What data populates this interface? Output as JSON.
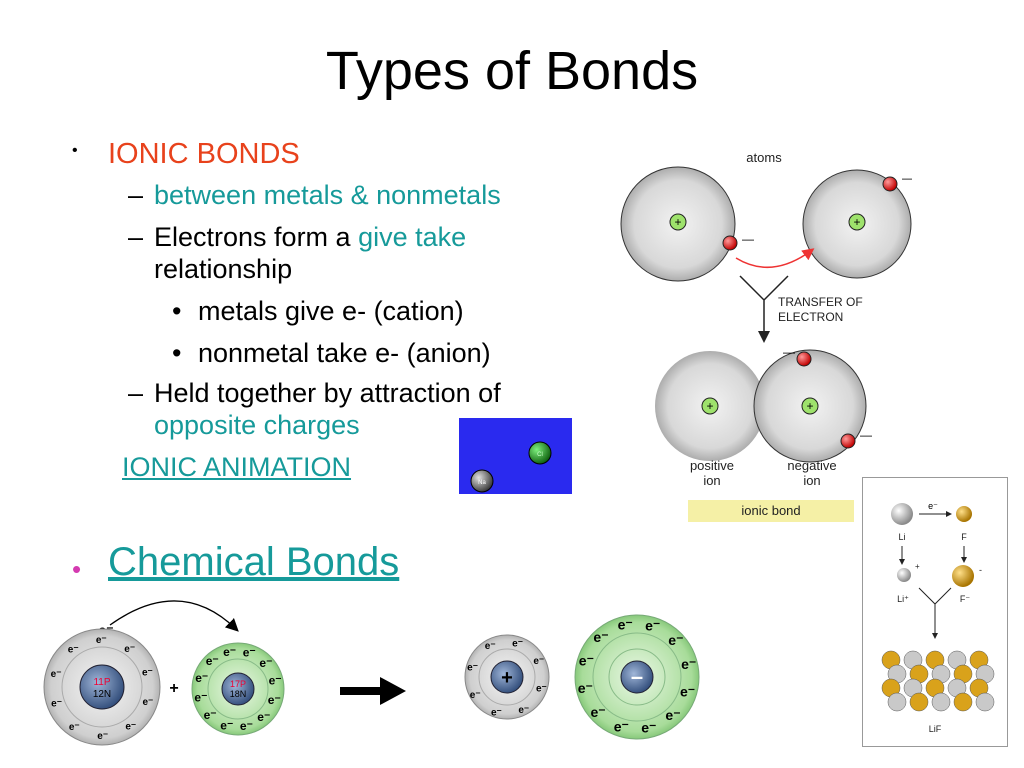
{
  "slide": {
    "title": "Types of Bonds",
    "bullets": {
      "ionic_heading": "IONIC BONDS",
      "sub1": "between metals & nonmetals",
      "sub2_prefix": "Electrons form a ",
      "sub2_highlight": "give take",
      "sub2_rest": "relationship",
      "sub2_items": [
        "metals give e- (cation)",
        "nonmetal take e- (anion)"
      ],
      "sub3_prefix": "Held together by attraction of",
      "sub3_highlight": "opposite charges",
      "animation_link": "IONIC ANIMATION",
      "chemical_bonds_link": "Chemical Bonds"
    }
  },
  "animation_thumb": {
    "na_label": "Na",
    "cl_label": "Cl",
    "background": "#2a2aef"
  },
  "ionic_diagram": {
    "atoms_label": "atoms",
    "transfer_label_1": "TRANSFER OF",
    "transfer_label_2": "ELECTRON",
    "positive_label_1": "positive",
    "positive_label_2": "ion",
    "negative_label_1": "negative",
    "negative_label_2": "ion",
    "ionic_bond_label": "ionic bond",
    "plus": "+",
    "minus": "—"
  },
  "lif_diagram": {
    "e_label": "e⁻",
    "li": "Li",
    "f": "F",
    "li_ion": "Li⁺",
    "f_ion": "F⁻",
    "lif": "LiF",
    "plus": "+",
    "minus": "-"
  },
  "nacl_diagram": {
    "na_protons": "11P",
    "na_neutrons": "12N",
    "cl_protons": "17P",
    "cl_neutrons": "18N",
    "electron": "e⁻",
    "plus_sign": "+",
    "cation_sign": "+",
    "anion_sign": "–"
  },
  "colors": {
    "red": "#e8421c",
    "teal": "#169a9a",
    "magenta": "#d43ab0",
    "gold": "#d9a21b"
  }
}
